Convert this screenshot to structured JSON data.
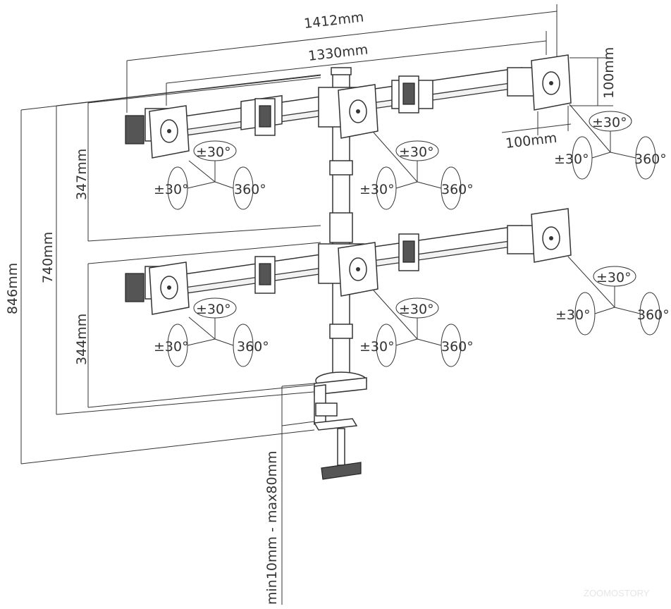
{
  "dimensions": {
    "total_width": "1412mm",
    "arm_width": "1330mm",
    "vesa_height": "100mm",
    "vesa_width": "100mm",
    "upper_spacing": "347mm",
    "lower_spacing": "344mm",
    "height_740": "740mm",
    "height_846": "846mm",
    "clamp_range": "min10mm - max80mm"
  },
  "rotation_labels": {
    "tilt": "±30°",
    "swivel": "±30°",
    "rotate": "360°"
  },
  "watermark": "ZOOMOSTORY"
}
